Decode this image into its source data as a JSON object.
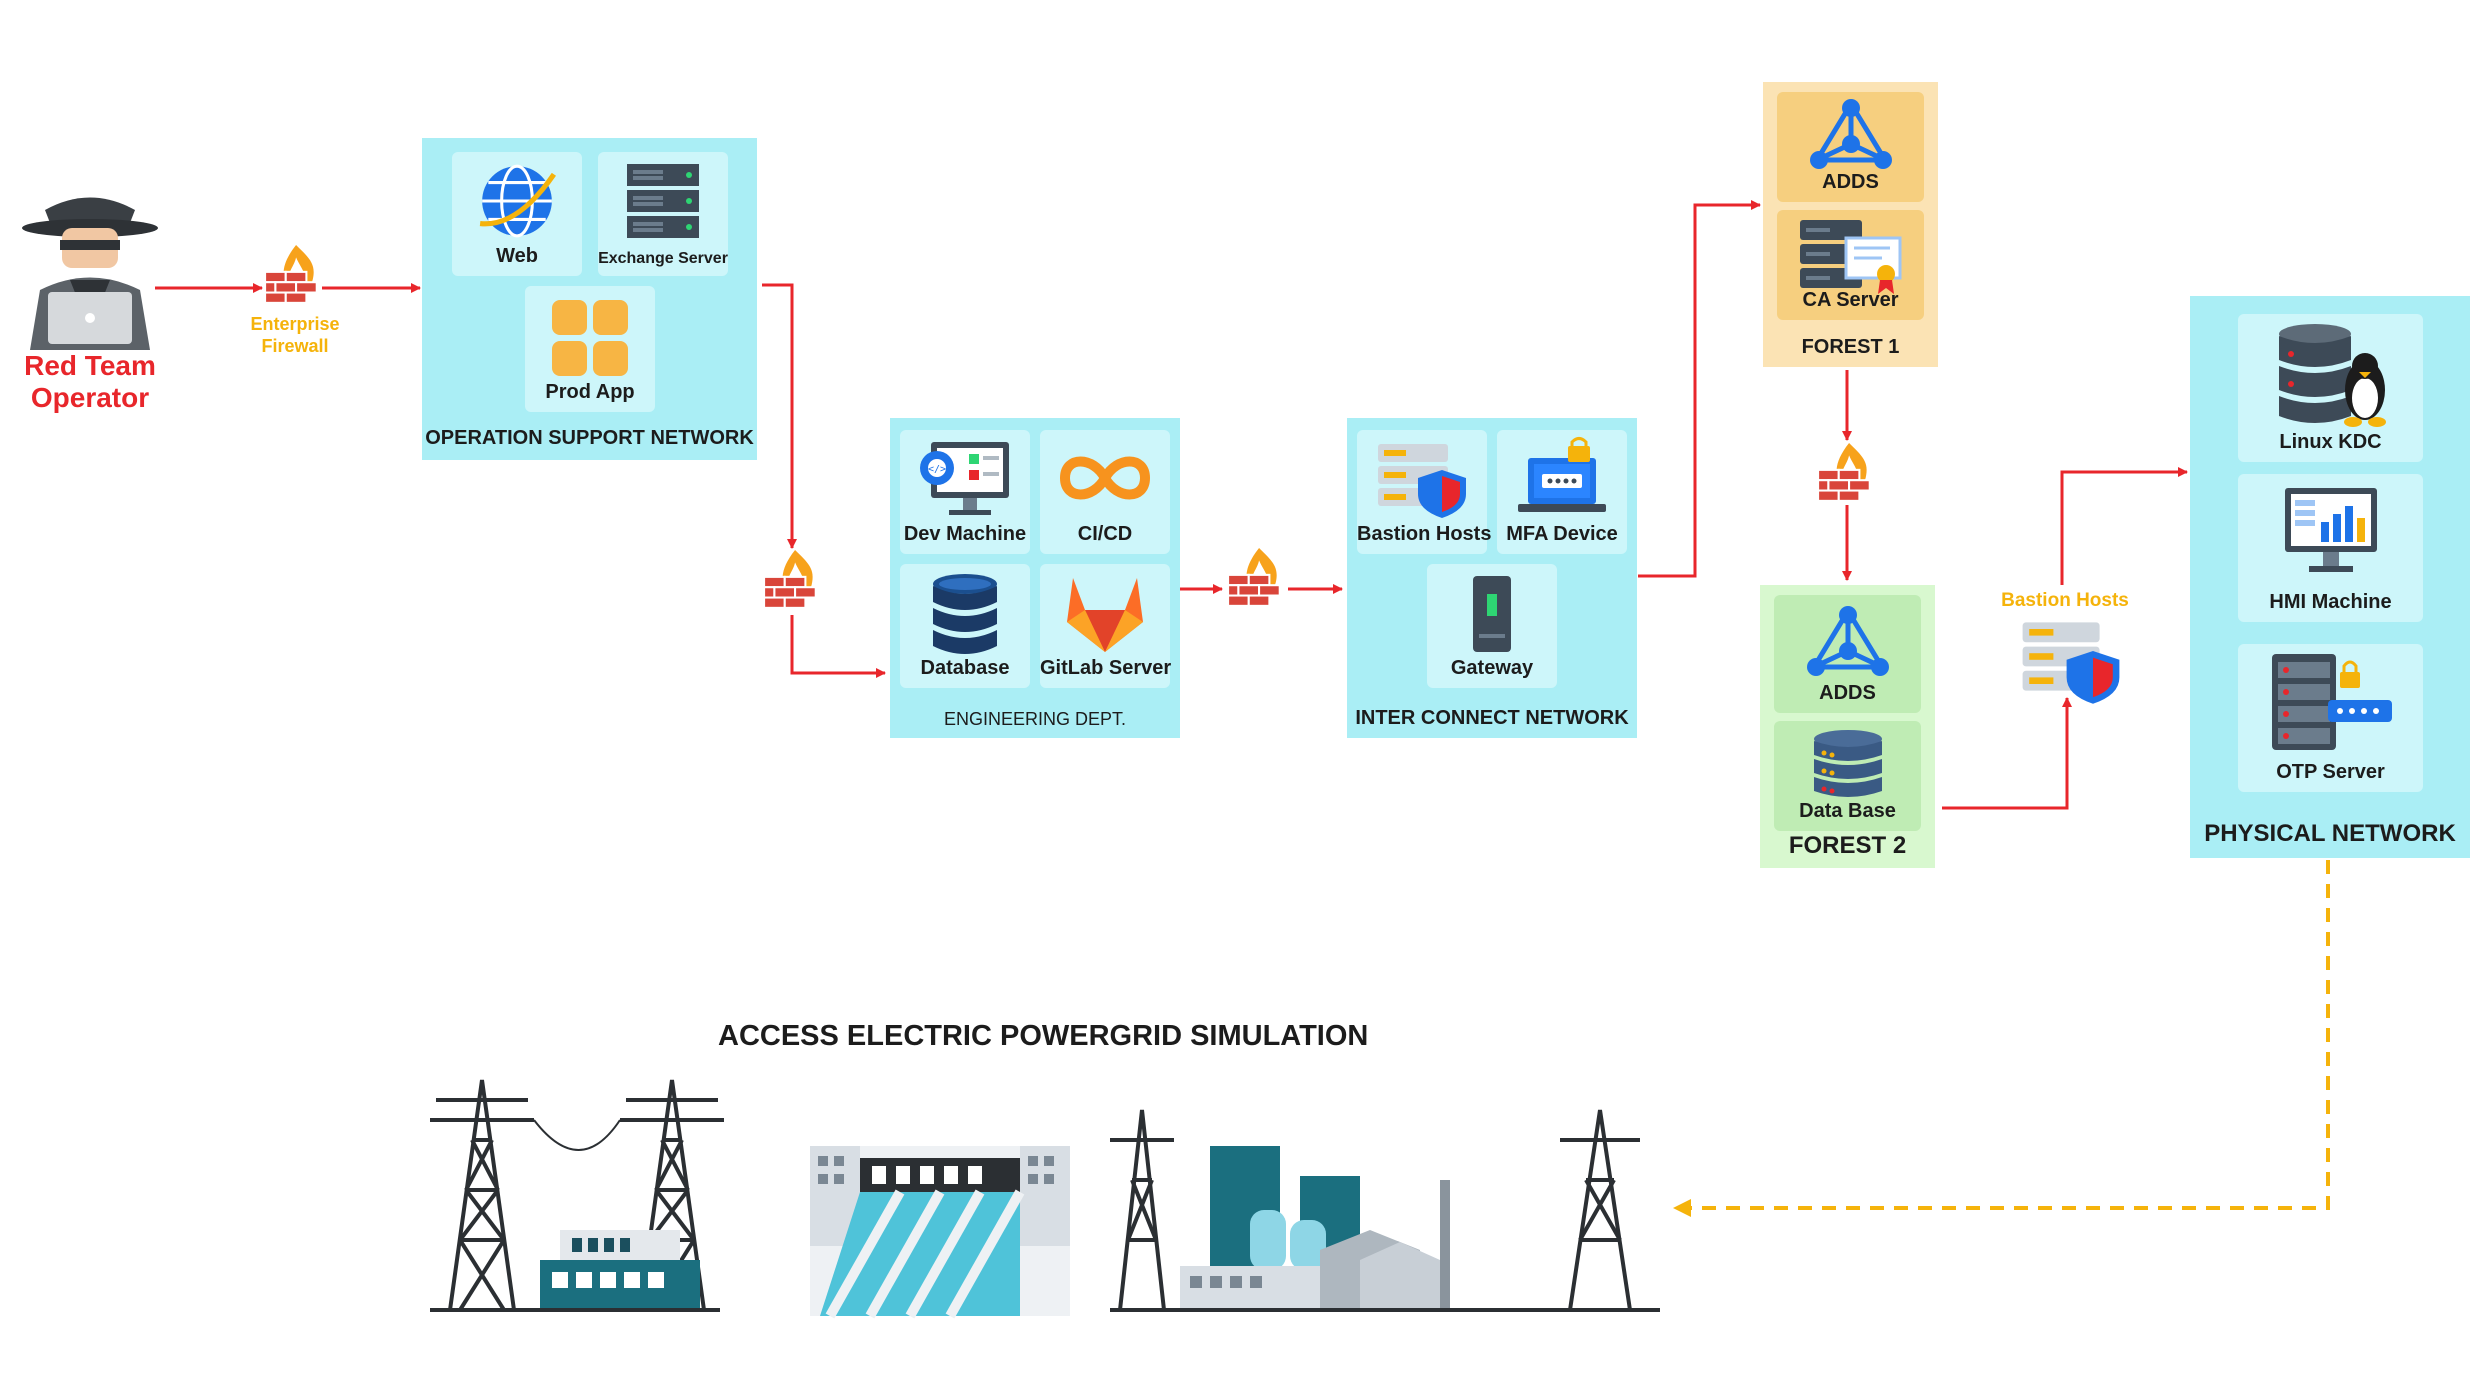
{
  "operator": {
    "line1": "Red Team",
    "line2": "Operator"
  },
  "enterprise_firewall": {
    "line1": "Enterprise",
    "line2": "Firewall"
  },
  "operation_support": {
    "title": "OPERATION SUPPORT NETWORK",
    "items": [
      "Web",
      "Exchange Server",
      "Prod App"
    ]
  },
  "engineering": {
    "title": "ENGINEERING DEPT.",
    "items": [
      "Dev Machine",
      "CI/CD",
      "Database",
      "GitLab Server"
    ]
  },
  "interconnect": {
    "title": "INTER CONNECT NETWORK",
    "items": [
      "Bastion Hosts",
      "MFA Device",
      "Gateway"
    ]
  },
  "forest1": {
    "title": "FOREST 1",
    "items": [
      "ADDS",
      "CA Server"
    ]
  },
  "forest2": {
    "title": "FOREST 2",
    "items": [
      "ADDS",
      "Data Base"
    ]
  },
  "bastion_floating": {
    "label": "Bastion Hosts"
  },
  "physical": {
    "title": "PHYSICAL NETWORK",
    "items": [
      "Linux KDC",
      "HMI Machine",
      "OTP Server"
    ]
  },
  "powergrid": {
    "title": "ACCESS ELECTRIC POWERGRID SIMULATION"
  },
  "colors": {
    "arrow_red": "#e8262b",
    "arrow_dashed": "#f5b30b",
    "panel_cyan": "#aaeef5",
    "forest1_bg": "#fbe3b4",
    "forest2_bg": "#d8f8cf"
  }
}
